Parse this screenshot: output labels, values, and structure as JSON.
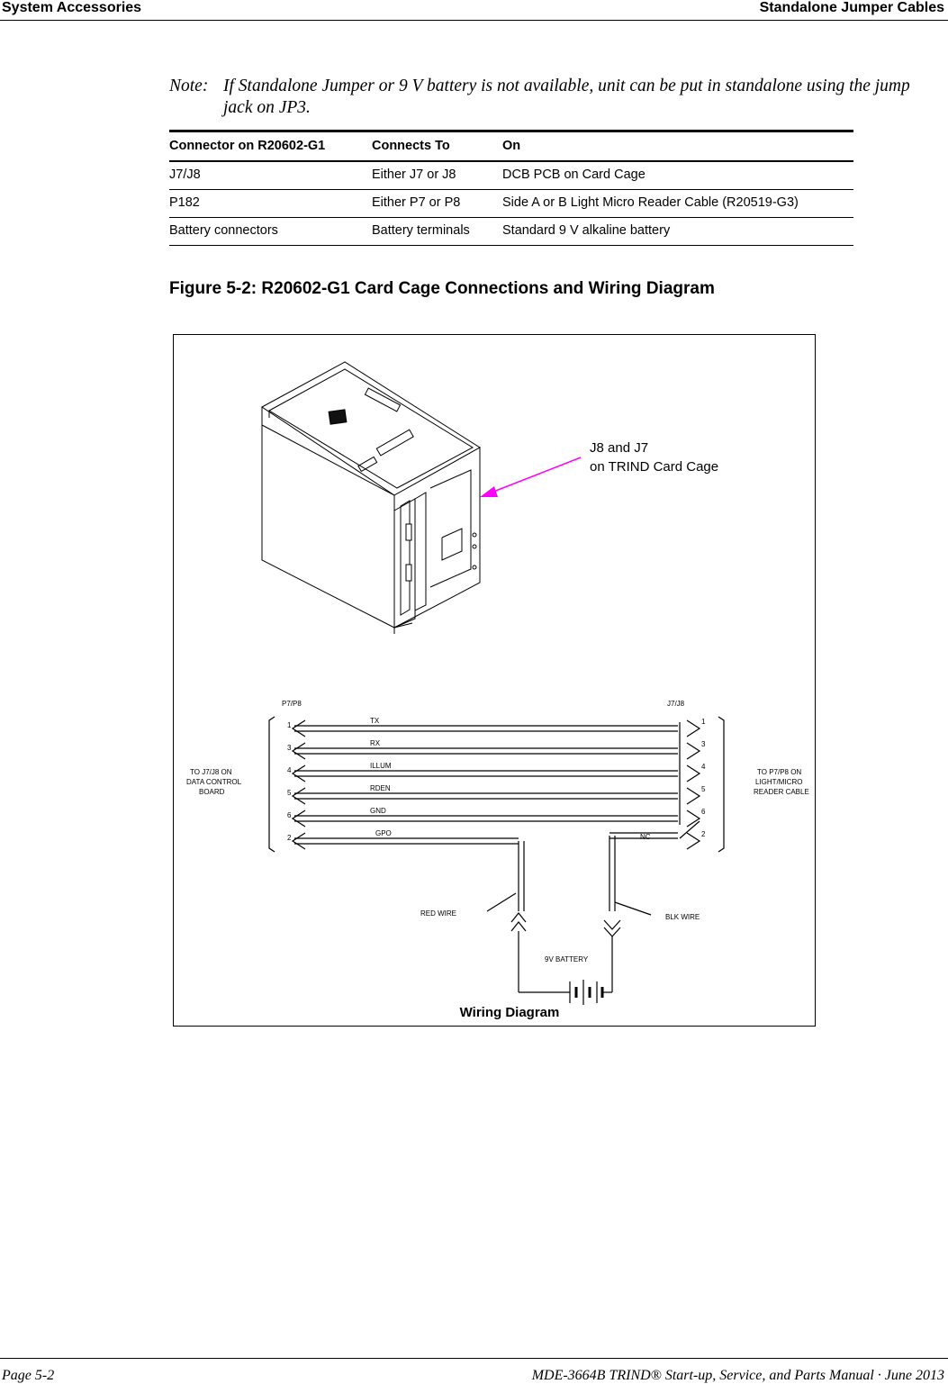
{
  "header": {
    "left": "System Accessories",
    "right": "Standalone Jumper Cables"
  },
  "note": {
    "label": "Note:",
    "text": "If Standalone Jumper or 9 V battery is not available, unit can be put in standalone using the jump jack on JP3."
  },
  "table": {
    "headers": [
      "Connector on R20602-G1",
      "Connects To",
      "On"
    ],
    "rows": [
      [
        "J7/J8",
        "Either J7 or J8",
        "DCB PCB on Card Cage"
      ],
      [
        "P182",
        "Either P7 or P8",
        "Side A or B Light Micro Reader Cable (R20519-G3)"
      ],
      [
        "Battery connectors",
        "Battery terminals",
        "Standard 9 V alkaline battery"
      ]
    ]
  },
  "figure": {
    "title": "Figure 5-2: R20602-G1 Card Cage Connections and Wiring Diagram",
    "callout_line1": "J8 and J7",
    "callout_line2": "on TRIND Card Cage",
    "caption": "Wiring Diagram",
    "callout_color": "#ff00ff",
    "wiring": {
      "left_connector": "P7/P8",
      "right_connector": "J7/J8",
      "left_side_label": [
        "TO J7/J8 ON",
        "DATA CONTROL",
        "BOARD"
      ],
      "right_side_label": [
        "TO P7/P8 ON",
        "LIGHT/MICRO",
        "READER CABLE"
      ],
      "left_pins": [
        "1",
        "3",
        "4",
        "5",
        "6",
        "2"
      ],
      "right_pins": [
        "1",
        "3",
        "4",
        "5",
        "6",
        "2"
      ],
      "signals": [
        "TX",
        "RX",
        "ILLUM",
        "RDEN",
        "GND",
        "GPO"
      ],
      "nc_label": "NC",
      "red_wire": "RED WIRE",
      "black_wire": "BLK WIRE",
      "battery": "9V BATTERY"
    }
  },
  "footer": {
    "left": "Page 5-2",
    "right": "MDE-3664B TRIND® Start-up, Service, and Parts Manual · June 2013"
  }
}
